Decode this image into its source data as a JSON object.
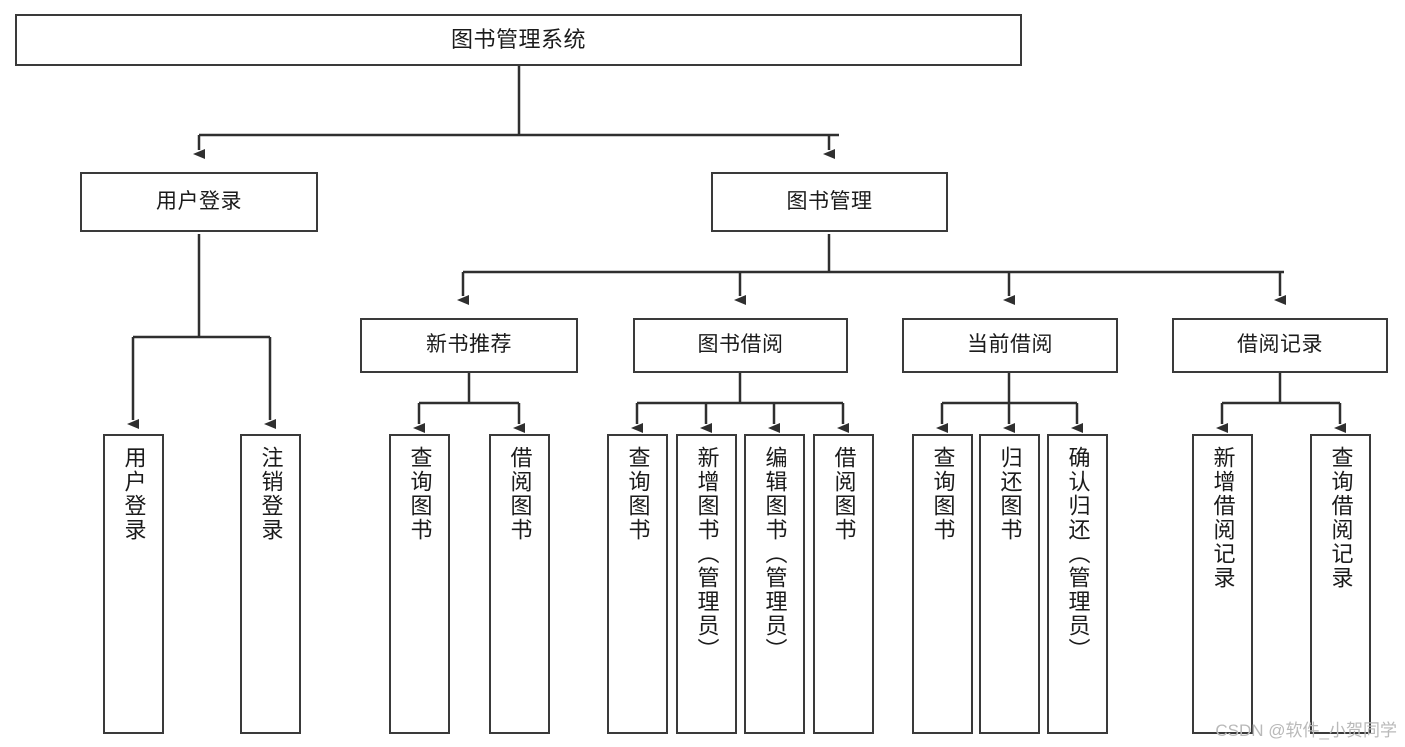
{
  "diagram": {
    "title": "图书管理系统",
    "type": "tree",
    "line_color": "#3a3a3a",
    "box_fill": "#ffffff",
    "text_color": "#1b1b1b",
    "watermark": "CSDN @软件_小贺同学",
    "nodes": {
      "root": {
        "label": "图书管理系统"
      },
      "l2": [
        {
          "id": "user-login",
          "label": "用户登录"
        },
        {
          "id": "book-manage",
          "label": "图书管理"
        }
      ],
      "l3": [
        {
          "id": "new-book-rec",
          "label": "新书推荐"
        },
        {
          "id": "book-borrow",
          "label": "图书借阅"
        },
        {
          "id": "current-borrow",
          "label": "当前借阅"
        },
        {
          "id": "borrow-record",
          "label": "借阅记录"
        }
      ],
      "leaves": {
        "user_login": [
          {
            "id": "leaf-user-login",
            "label": "用户登录"
          },
          {
            "id": "leaf-logout",
            "label": "注销登录"
          }
        ],
        "new_book_rec": [
          {
            "id": "leaf-query-book-1",
            "label": "查询图书"
          },
          {
            "id": "leaf-borrow-book-1",
            "label": "借阅图书"
          }
        ],
        "book_borrow": [
          {
            "id": "leaf-query-book-2",
            "label": "查询图书"
          },
          {
            "id": "leaf-add-book",
            "label": "新增图书（管理员）"
          },
          {
            "id": "leaf-edit-book",
            "label": "编辑图书（管理员）"
          },
          {
            "id": "leaf-borrow-book-2",
            "label": "借阅图书"
          }
        ],
        "current_borrow": [
          {
            "id": "leaf-query-book-3",
            "label": "查询图书"
          },
          {
            "id": "leaf-return-book",
            "label": "归还图书"
          },
          {
            "id": "leaf-confirm-return",
            "label": "确认归还（管理员）"
          }
        ],
        "borrow_record": [
          {
            "id": "leaf-add-record",
            "label": "新增借阅记录"
          },
          {
            "id": "leaf-query-record",
            "label": "查询借阅记录"
          }
        ]
      }
    }
  }
}
